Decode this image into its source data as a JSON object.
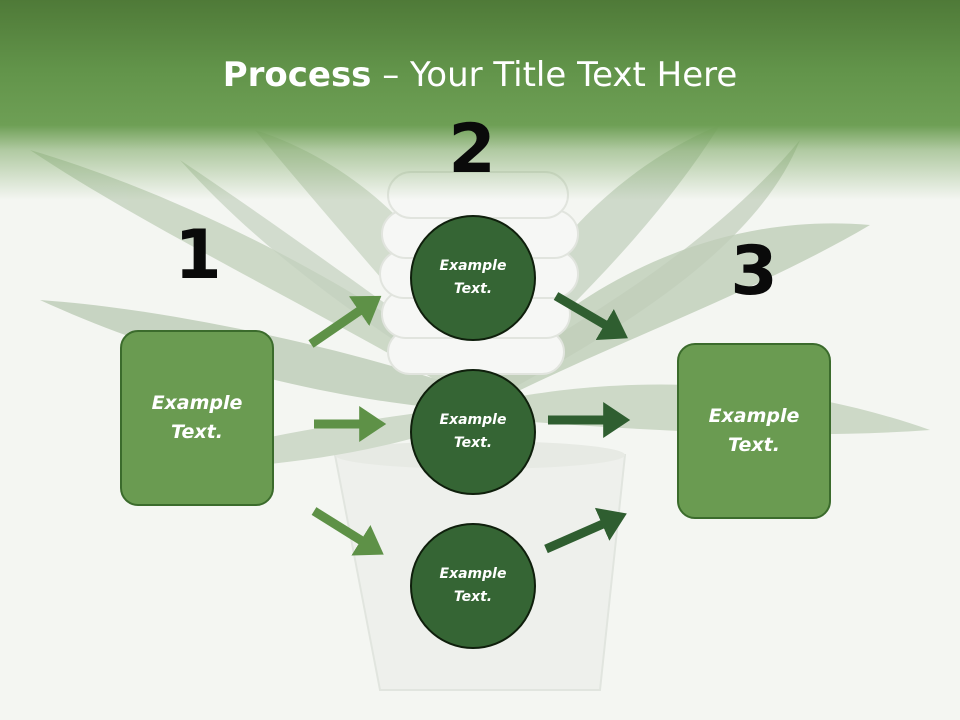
{
  "slide": {
    "title_bold": "Process",
    "title_rest": " – Your Title Text Here",
    "step_numbers": [
      "1",
      "2",
      "3"
    ],
    "input_box": {
      "line1": "Example",
      "line2": "Text."
    },
    "circles": [
      {
        "line1": "Example",
        "line2": "Text."
      },
      {
        "line1": "Example",
        "line2": "Text."
      },
      {
        "line1": "Example",
        "line2": "Text."
      }
    ],
    "output_box": {
      "line1": "Example",
      "line2": "Text."
    }
  },
  "colors": {
    "header_green": "#5e9147",
    "box_green": "#6a9b51",
    "circle_green": "#356534",
    "arrow_light": "#5e9147",
    "arrow_dark": "#2f5e30"
  }
}
